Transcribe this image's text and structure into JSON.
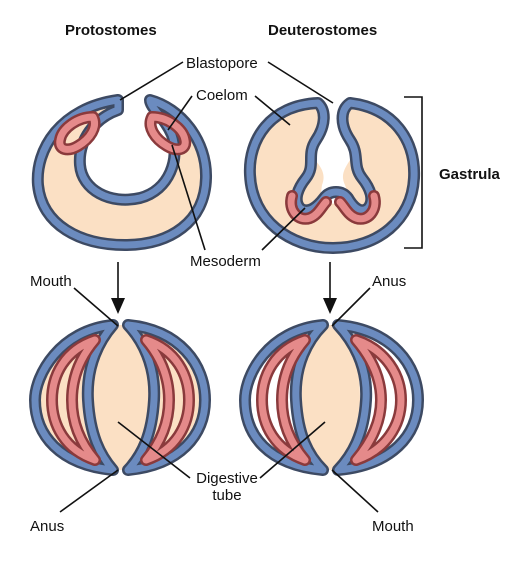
{
  "headings": {
    "protostomes": "Protostomes",
    "deuterostomes": "Deuterostomes"
  },
  "labels": {
    "blastopore": "Blastopore",
    "coelom": "Coelom",
    "gastrula": "Gastrula",
    "mesoderm": "Mesoderm",
    "mouth_left": "Mouth",
    "anus_right_top": "Anus",
    "digestive_tube_line1": "Digestive",
    "digestive_tube_line2": "tube",
    "anus_left_bottom": "Anus",
    "mouth_right_bottom": "Mouth"
  },
  "colors": {
    "ectoderm_outline": "#3d4a63",
    "ectoderm_inner": "#6b8bbf",
    "mesoderm_outline": "#8a3a3c",
    "mesoderm_inner": "#e58a8a",
    "cytoplasm": "#fbe0c4"
  }
}
